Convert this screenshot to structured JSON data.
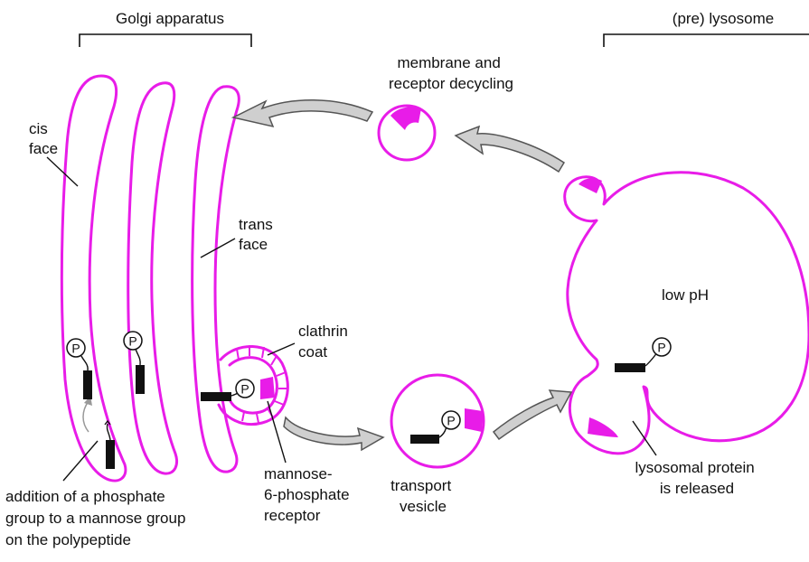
{
  "title_golgi": "Golgi apparatus",
  "title_lysosome": "(pre) lysosome",
  "labels": {
    "membrane_recycling": [
      "membrane and",
      "receptor decycling"
    ],
    "cis_face": [
      "cis",
      "face"
    ],
    "trans_face": [
      "trans",
      "face"
    ],
    "low_ph": "low pH",
    "clathrin_coat": [
      "clathrin",
      "coat"
    ],
    "m6p_receptor": [
      "mannose-",
      "6-phosphate",
      "receptor"
    ],
    "transport_vesicle": [
      "transport",
      "vesicle"
    ],
    "protein_released": [
      "lysosomal protein",
      "is released"
    ],
    "phosphate_addition": [
      "addition of a phosphate",
      "group to a mannose group",
      "on the polypeptide"
    ]
  },
  "phosphate_symbol": "P",
  "colors": {
    "membrane": "#e81ce8",
    "receptor": "#e81ce8",
    "arrow_fill": "#cfcfcf",
    "text": "#111111"
  }
}
